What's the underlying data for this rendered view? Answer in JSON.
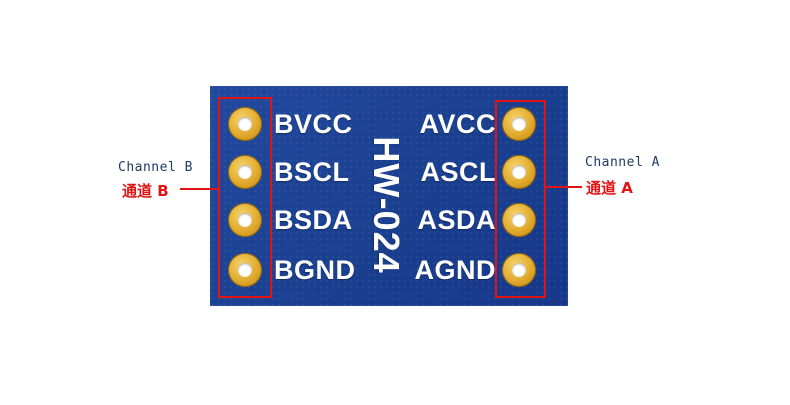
{
  "board": {
    "model": "HW-024",
    "left_pins": [
      "BVCC",
      "BSCL",
      "BSDA",
      "BGND"
    ],
    "right_pins": [
      "AVCC",
      "ASCL",
      "ASDA",
      "AGND"
    ]
  },
  "annotations": {
    "left": {
      "label_en": "Channel B",
      "label_cn": "通道 B"
    },
    "right": {
      "label_en": "Channel A",
      "label_cn": "通道 A"
    }
  },
  "colors": {
    "pcb": "#1a3f8f",
    "pad": "#e0a92c",
    "highlight": "#e01414",
    "text_label": "#1f3a66"
  }
}
